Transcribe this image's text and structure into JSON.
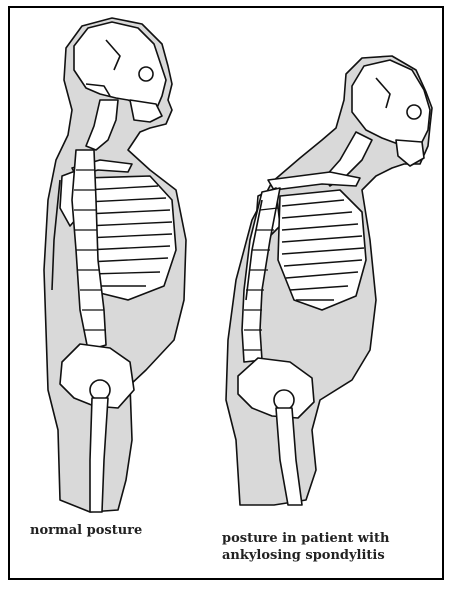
{
  "captions": {
    "left": "normal posture",
    "right_line1": "posture in patient with",
    "right_line2": "ankylosing spondylitis"
  },
  "figures": [
    {
      "id": "normal",
      "subject": "skeleton, upright spine"
    },
    {
      "id": "ankylosing",
      "subject": "skeleton, forward-stooped spine"
    }
  ],
  "colors": {
    "body_fill": "#d9d9d9",
    "bone_fill": "#ffffff",
    "outline": "#111111",
    "border": "#000000"
  }
}
